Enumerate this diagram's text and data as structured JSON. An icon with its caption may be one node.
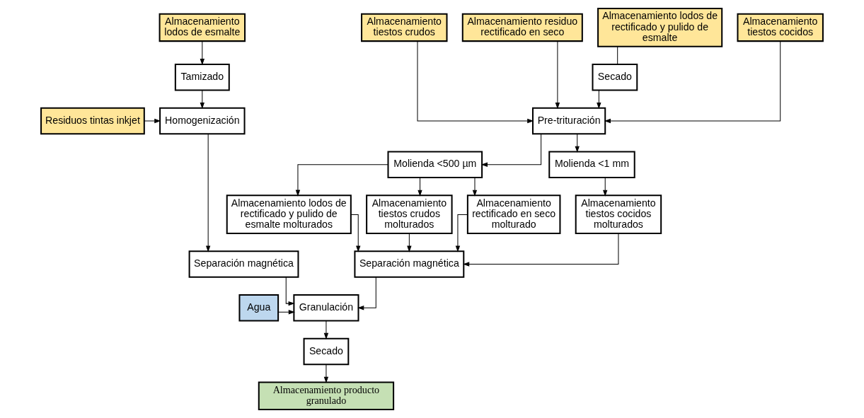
{
  "diagram": {
    "nodes": [
      {
        "text": [
          "Almacenamiento tiestos cocidos"
        ]
      },
      {
        "text": [
          "Almacenamiento tiestos crudos"
        ]
      },
      {
        "text": [
          "Almacenamiento residuo rectificado en seco"
        ]
      },
      {
        "text": [
          "Almacenamiento lodos de rectificado y pulido de esmalte"
        ]
      },
      {
        "text": [
          "Almacenamiento lodos de esmalte"
        ]
      },
      {
        "text": [
          "Secado"
        ]
      },
      {
        "text": [
          "Tamizado"
        ]
      },
      {
        "text": [
          "Pre-trituración"
        ]
      },
      {
        "text": [
          "Residuos tintas inkjet"
        ]
      },
      {
        "text": [
          "Homogenización"
        ]
      },
      {
        "text": [
          "Molienda <1 mm"
        ]
      },
      {
        "text": [
          "Molienda <500 µm"
        ]
      },
      {
        "text": [
          "Separación magnética"
        ]
      },
      {
        "text": [
          "Almacenamiento tiestos cocidos molturados"
        ]
      },
      {
        "text": [
          "Almacenamiento tiestos crudos molturados"
        ]
      },
      {
        "text": [
          "Almacenamiento rectificado en seco molturado"
        ]
      },
      {
        "text": [
          "Granulación"
        ]
      },
      {
        "text": [
          "Agua"
        ]
      },
      {
        "text": [
          "Almacenamiento lodos de rectificado y pulido de esmalte molturados"
        ]
      },
      {
        "text": [
          "Secado"
        ]
      },
      {
        "text": [
          "Separación magnética"
        ]
      },
      {
        "text": [
          "Almacenamiento producto granulado"
        ]
      }
    ],
    "edges": [
      {
        "from": 0,
        "to": 7,
        "arrow": "to"
      },
      {
        "from": 1,
        "to": 7,
        "arrow": "to"
      },
      {
        "from": 2,
        "to": 7,
        "arrow": "to"
      },
      {
        "from": 3,
        "to": 5,
        "arrow": "none"
      },
      {
        "from": 5,
        "to": 7,
        "arrow": "to"
      },
      {
        "from": 7,
        "to": 10,
        "arrow": "to"
      },
      {
        "from": 7,
        "to": 11,
        "arrow": "to"
      },
      {
        "from": 10,
        "to": 13,
        "arrow": "to"
      },
      {
        "from": 11,
        "to": 14,
        "arrow": "to"
      },
      {
        "from": 11,
        "to": 15,
        "arrow": "to"
      },
      {
        "from": 11,
        "to": 18,
        "arrow": "to"
      },
      {
        "from": 13,
        "to": 20,
        "arrow": "to"
      },
      {
        "from": 14,
        "to": 20,
        "arrow": "to"
      },
      {
        "from": 15,
        "to": 20,
        "arrow": "to"
      },
      {
        "from": 18,
        "to": 20,
        "arrow": "to"
      },
      {
        "from": 20,
        "to": 16,
        "arrow": "to"
      },
      {
        "from": 4,
        "to": 6,
        "arrow": "to"
      },
      {
        "from": 6,
        "to": 9,
        "arrow": "to"
      },
      {
        "from": 8,
        "to": 9,
        "arrow": "to"
      },
      {
        "from": 9,
        "to": 12,
        "arrow": "to"
      },
      {
        "from": 12,
        "to": 16,
        "arrow": "to"
      },
      {
        "from": 17,
        "to": 16,
        "arrow": "to"
      },
      {
        "from": 16,
        "to": 19,
        "arrow": "to"
      },
      {
        "from": 19,
        "to": 21,
        "arrow": "to"
      }
    ]
  }
}
